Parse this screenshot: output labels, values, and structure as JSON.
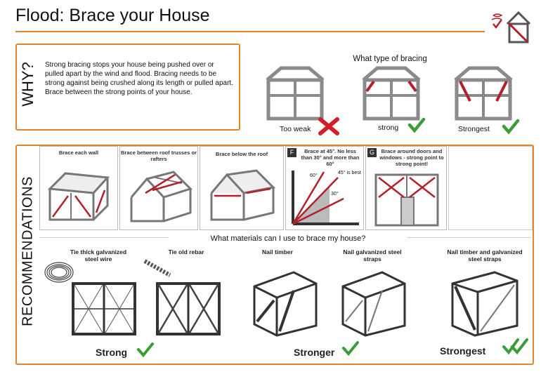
{
  "page": {
    "title": "Flood: Brace your House"
  },
  "why": {
    "label": "WHY?",
    "text": "Strong bracing stops your house being pushed over or pulled apart by the wind and flood. Bracing needs to be strong against being crushed along its length or pulled apart. Brace between the strong points of your house."
  },
  "bracing_types": {
    "title": "What type of bracing",
    "items": [
      {
        "label": "Too weak",
        "status_icon": "cross-icon"
      },
      {
        "label": "strong",
        "status_icon": "check-icon"
      },
      {
        "label": "Strongest",
        "status_icon": "check-icon"
      }
    ]
  },
  "recommendations": {
    "label": "RECOMMENDATIONS",
    "cells": [
      {
        "caption": "Brace each wall"
      },
      {
        "caption": "Brace between roof trusses or rafters"
      },
      {
        "caption": "Brace below the roof"
      },
      {
        "badge": "F",
        "caption": "Brace at 45°. No less than 30° and more than 60°",
        "angle_60": "60°",
        "angle_45": "45° is best",
        "angle_30": "30°"
      },
      {
        "badge": "G",
        "caption": "Brace around doors and windows - strong point to strong point!"
      }
    ]
  },
  "materials": {
    "title": "What materials can I use to brace my house?",
    "items": [
      {
        "caption": "Tie thick galvanized steel wire"
      },
      {
        "caption": "Tie old rebar"
      },
      {
        "caption": "Nail timber"
      },
      {
        "caption": "Nail galvanized steel straps"
      },
      {
        "caption": "Nail timber and galvanized steel straps"
      }
    ],
    "ratings": [
      "Strong",
      "Stronger",
      "Strongest"
    ]
  },
  "colors": {
    "accent": "#e1882c",
    "brace": "#b3202a",
    "check": "#3a9d3a",
    "frame": "#8a8a8a"
  }
}
